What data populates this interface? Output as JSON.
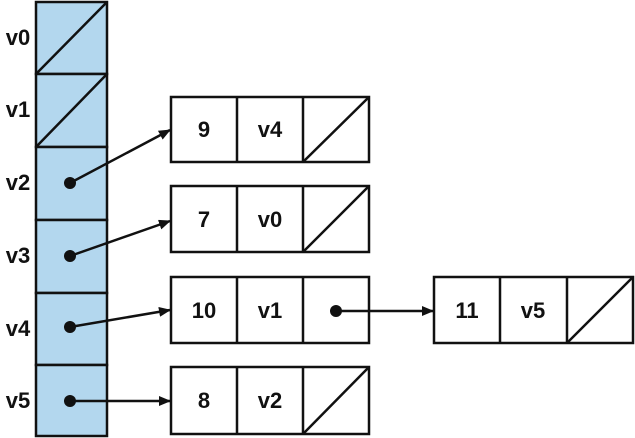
{
  "colors": {
    "array_fill": "#b3d7ee",
    "stroke": "#111111",
    "node_fill": "#ffffff"
  },
  "array": {
    "labels": [
      "v0",
      "v1",
      "v2",
      "v3",
      "v4",
      "v5"
    ],
    "empty_slots": [
      0,
      1
    ]
  },
  "nodes": [
    {
      "id": "n9",
      "value": "9",
      "vertex": "v4",
      "next_null": true,
      "from_slot": 2
    },
    {
      "id": "n7",
      "value": "7",
      "vertex": "v0",
      "next_null": true,
      "from_slot": 3
    },
    {
      "id": "n10",
      "value": "10",
      "vertex": "v1",
      "next_null": false,
      "from_slot": 4
    },
    {
      "id": "n11",
      "value": "11",
      "vertex": "v5",
      "next_null": true,
      "from_node": "n10"
    },
    {
      "id": "n8",
      "value": "8",
      "vertex": "v2",
      "next_null": true,
      "from_slot": 5
    }
  ]
}
